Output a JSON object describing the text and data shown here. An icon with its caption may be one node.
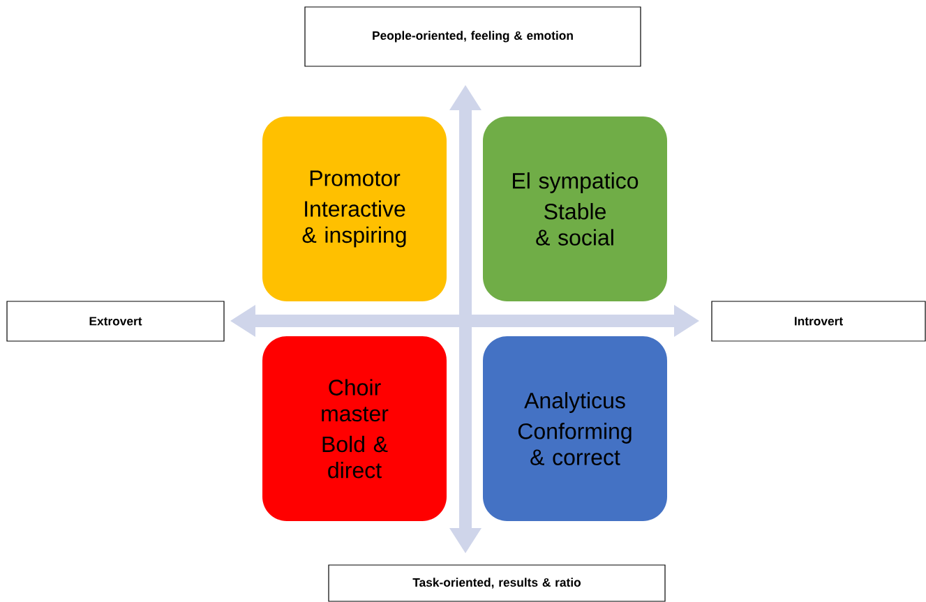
{
  "diagram": {
    "nodes": [
      {
        "text": [
          "People-oriented, feeling & emotion"
        ]
      },
      {
        "text": [
          "Promotor",
          "Interactive & inspiring"
        ]
      },
      {
        "text": [
          "El sympatico",
          "Stable & social"
        ]
      },
      {
        "text": [
          "Extrovert"
        ]
      },
      {
        "text": [
          "Introvert"
        ]
      },
      {
        "text": [
          "Choir master",
          "Bold & direct"
        ]
      },
      {
        "text": [
          "Analyticus",
          "Conforming & correct"
        ]
      },
      {
        "text": [
          "Task-oriented, results & ratio"
        ]
      }
    ]
  }
}
